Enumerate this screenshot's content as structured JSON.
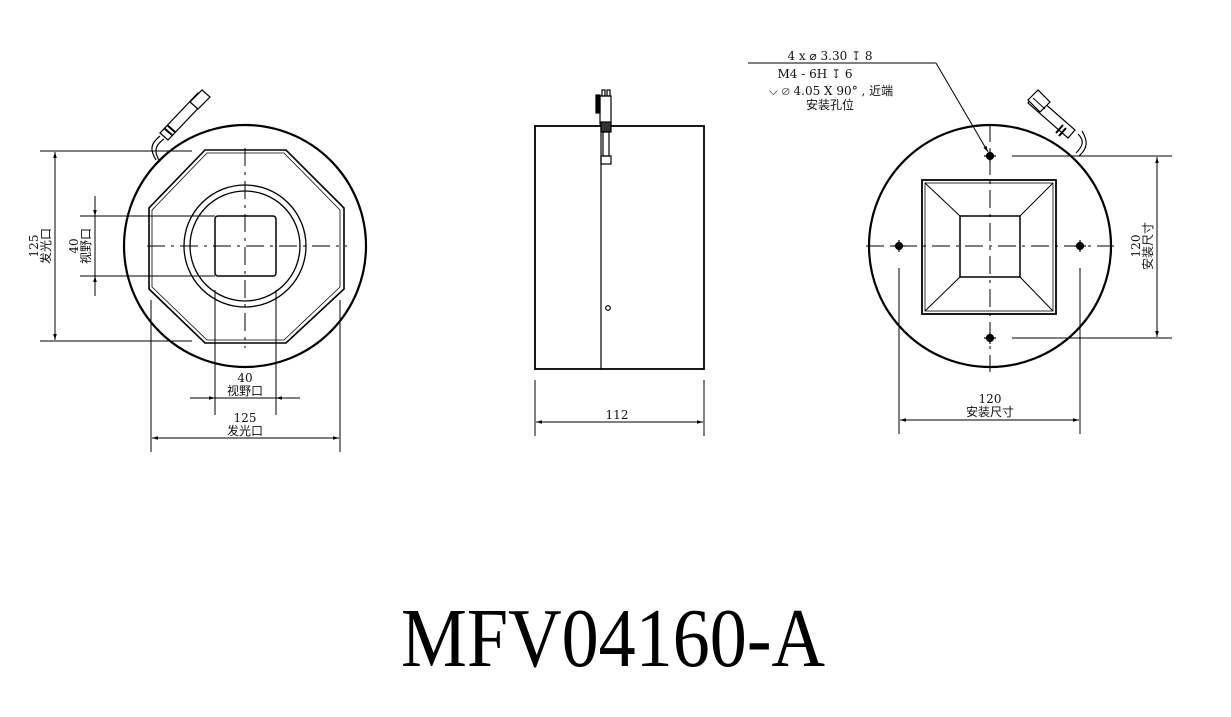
{
  "drawing": {
    "title": "MFV04160-A",
    "colors": {
      "line": "#000000",
      "background": "#ffffff"
    }
  },
  "front_view": {
    "vertical_dims": {
      "emit_value": "125",
      "emit_label": "发光口",
      "view_value": "40",
      "view_label": "视野口"
    },
    "horizontal_dims": {
      "view_value": "40",
      "view_label": "视野口",
      "emit_value": "125",
      "emit_label": "发光口"
    }
  },
  "side_view": {
    "length_value": "112"
  },
  "back_view": {
    "hole_callout": {
      "line1": "4 x ⌀ 3.30 ↧ 8",
      "line2": "M4 - 6H ↧ 6",
      "line3": "⌵ ⌀ 4.05 X 90° , 近端",
      "line4": "安装孔位"
    },
    "vertical_dim": {
      "value": "120",
      "label": "安装尺寸"
    },
    "horizontal_dim": {
      "value": "120",
      "label": "安装尺寸"
    }
  }
}
